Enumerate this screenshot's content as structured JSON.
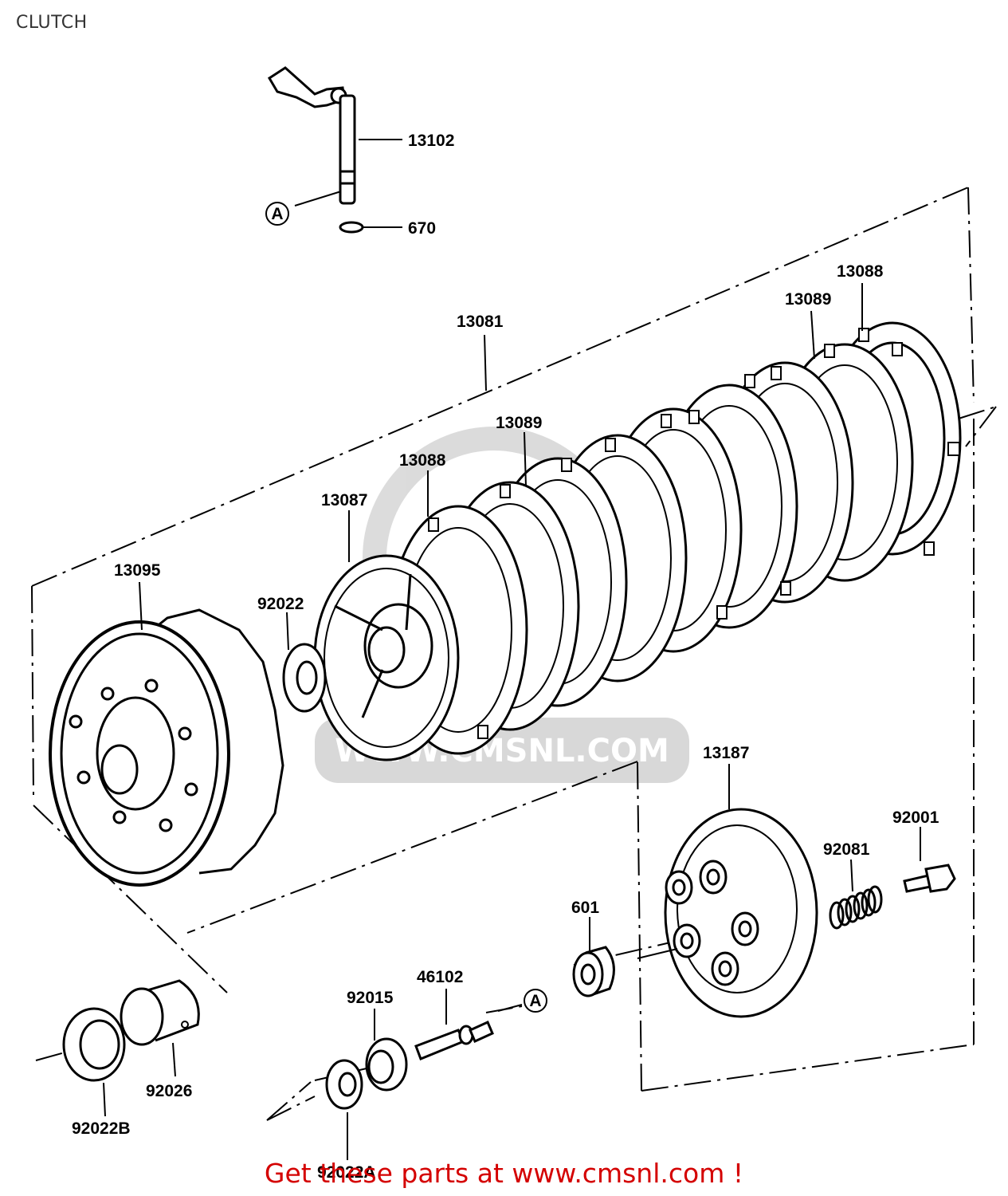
{
  "page": {
    "title": "CLUTCH"
  },
  "footer": {
    "text": "Get these parts at www.cmsnl.com !"
  },
  "watermark": {
    "text": "WWW.CMSNL.COM"
  },
  "callouts": {
    "a_marker": "A",
    "parts": {
      "p13102": "13102",
      "p670": "670",
      "p13081": "13081",
      "p13088a": "13088",
      "p13089a": "13089",
      "p13089b": "13089",
      "p13088b": "13088",
      "p13087": "13087",
      "p13095": "13095",
      "p92022": "92022",
      "p13187": "13187",
      "p92001": "92001",
      "p92081": "92081",
      "p601": "601",
      "p46102": "46102",
      "p92015": "92015",
      "p92026": "92026",
      "p92022B": "92022B",
      "p92022A": "92022A"
    }
  }
}
